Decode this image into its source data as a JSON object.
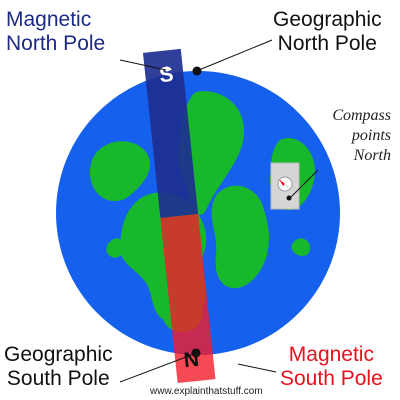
{
  "labels": {
    "magnetic_north_line1": "Magnetic",
    "magnetic_north_line2": "North Pole",
    "geographic_north_line1": "Geographic",
    "geographic_north_line2": "North Pole",
    "geographic_south_line1": "Geographic",
    "geographic_south_line2": "South Pole",
    "magnetic_south_line1": "Magnetic",
    "magnetic_south_line2": "South Pole",
    "compass_line1": "Compass",
    "compass_line2": "points",
    "compass_line3": "North"
  },
  "magnet": {
    "top_letter": "S",
    "bottom_letter": "N"
  },
  "footer": "www.explainthatstuff.com",
  "colors": {
    "ocean": "#1660ee",
    "land": "#18b82c",
    "magnet_south_end": "#1e2f90",
    "magnet_north_end": "#f21c2a",
    "magnetic_north_text": "#1c2a86",
    "magnetic_south_text": "#e8101c"
  }
}
